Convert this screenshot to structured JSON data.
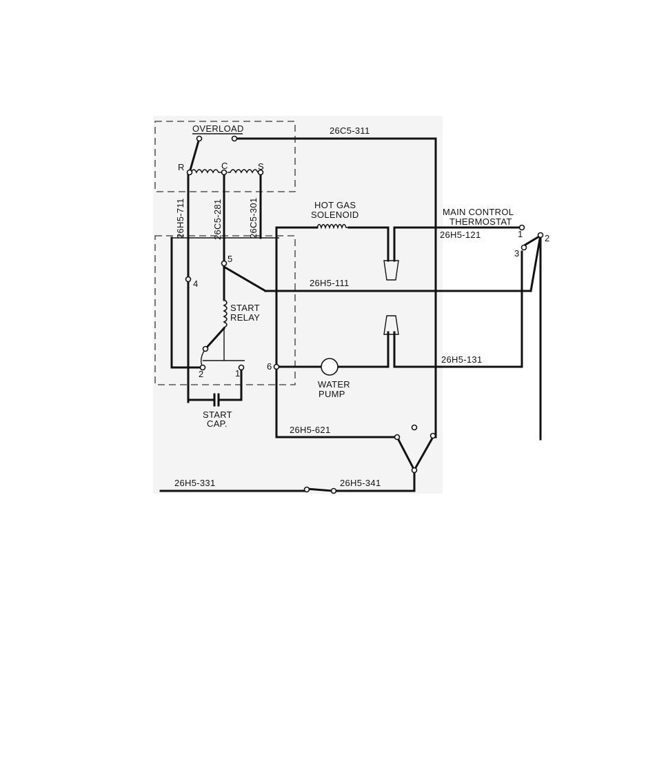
{
  "components": {
    "overload": "OVERLOAD",
    "terminal_r": "R",
    "terminal_c": "C",
    "terminal_s": "S",
    "hot_gas_solenoid_line1": "HOT GAS",
    "hot_gas_solenoid_line2": "SOLENOID",
    "main_control_line1": "MAIN CONTROL",
    "main_control_line2": "THERMOSTAT",
    "start_relay_line1": "START",
    "start_relay_line2": "RELAY",
    "water_pump_line1": "WATER",
    "water_pump_line2": "PUMP",
    "start_cap_line1": "START",
    "start_cap_line2": "CAP."
  },
  "wires": {
    "w311": "26C5-311",
    "w711": "26H5-711",
    "w281": "26C5-281",
    "w301": "26C5-301",
    "w121": "26H5-121",
    "w111": "26H5-111",
    "w131": "26H5-131",
    "w621": "26H5-621",
    "w331": "26H5-331",
    "w341": "26H5-341"
  },
  "terminals": {
    "t1_thermo": "1",
    "t2_thermo": "2",
    "t3_thermo": "3",
    "t4": "4",
    "t5": "5",
    "t6": "6",
    "t2_relay": "2",
    "t1_relay": "1"
  }
}
